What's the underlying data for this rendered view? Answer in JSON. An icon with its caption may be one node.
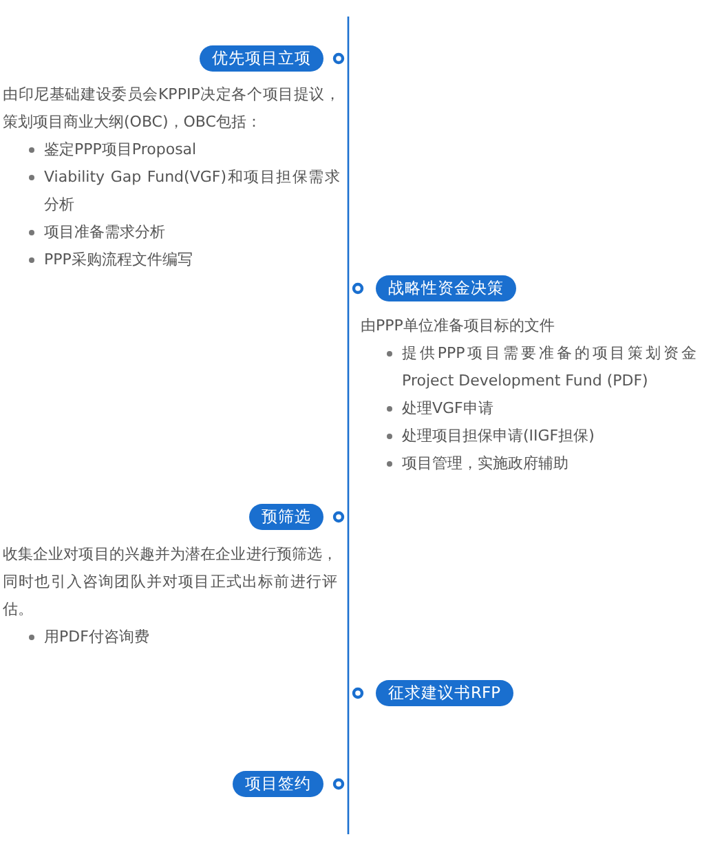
{
  "diagram": {
    "nodes": [
      {
        "text": [
          "优先项目立项"
        ],
        "beside": [
          "由印尼基础建设委员会KPPIP决定各个项目提议，策划项目商业大纲(OBC)，OBC包括：",
          "鉴定PPP项目Proposal",
          "Viability Gap Fund(VGF)和项目担保需求分析",
          "项目准备需求分析",
          "PPP采购流程文件编写"
        ]
      },
      {
        "text": [
          "战略性资金决策"
        ],
        "beside": [
          "由PPP单位准备项目标的文件",
          "提供PPP项目需要准备的项目策划资金 Project Development Fund (PDF)",
          "处理VGF申请",
          "处理项目担保申请(IIGF担保)",
          "项目管理，实施政府辅助"
        ]
      },
      {
        "text": [
          "预筛选"
        ],
        "beside": [
          "收集企业对项目的兴趣并为潜在企业进行预筛选，同时也引入咨询团队并对项目正式出标前进行评估。",
          "用PDF付咨询费"
        ]
      },
      {
        "text": [
          "征求建议书RFP"
        ]
      },
      {
        "text": [
          "项目签约"
        ]
      }
    ]
  }
}
